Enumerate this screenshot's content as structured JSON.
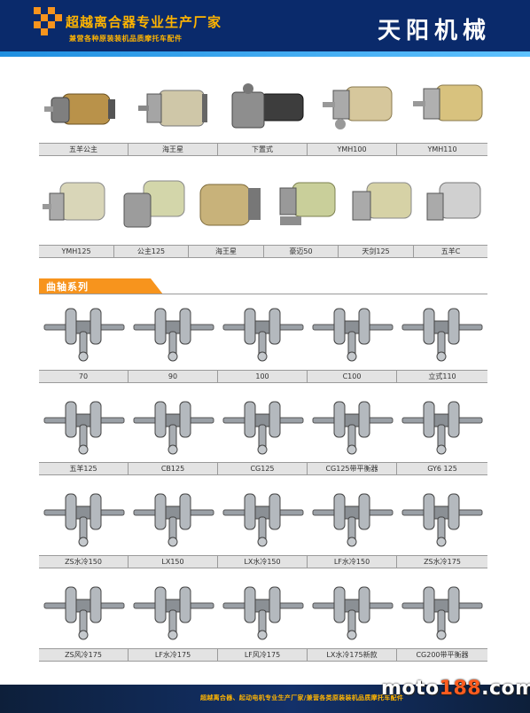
{
  "header": {
    "title": "超越离合器专业生产厂家",
    "subtitle": "兼营各种原装装机品质摩托车配件",
    "brand": "天阳机械"
  },
  "starter_rows": [
    [
      "五羊公主",
      "海王星",
      "下置式",
      "YMH100",
      "YMH110"
    ],
    [
      "YMH125",
      "公主125",
      "海王星",
      "豪迈50",
      "天剑125",
      "五羊C"
    ]
  ],
  "section_title": "曲轴系列",
  "crank_rows": [
    [
      "70",
      "90",
      "100",
      "C100",
      "立式110"
    ],
    [
      "五羊125",
      "CB125",
      "CG125",
      "CG125带平衡器",
      "GY6 125"
    ],
    [
      "ZS水冷150",
      "LX150",
      "LX水冷150",
      "LF水冷150",
      "ZS水冷175"
    ],
    [
      "ZS风冷175",
      "LF水冷175",
      "LF风冷175",
      "LX水冷175新款",
      "CG200带平衡器"
    ]
  ],
  "footer": {
    "text": "超越离合器、起动电机专业生产厂家/兼营各类原装装机品质摩托车配件"
  },
  "watermark": {
    "pre": "moto",
    "num": "188",
    "post": ".com"
  },
  "colors": {
    "header_bg": "#0a2a6b",
    "accent_orange": "#f7941d",
    "title_gold": "#ffb400"
  }
}
